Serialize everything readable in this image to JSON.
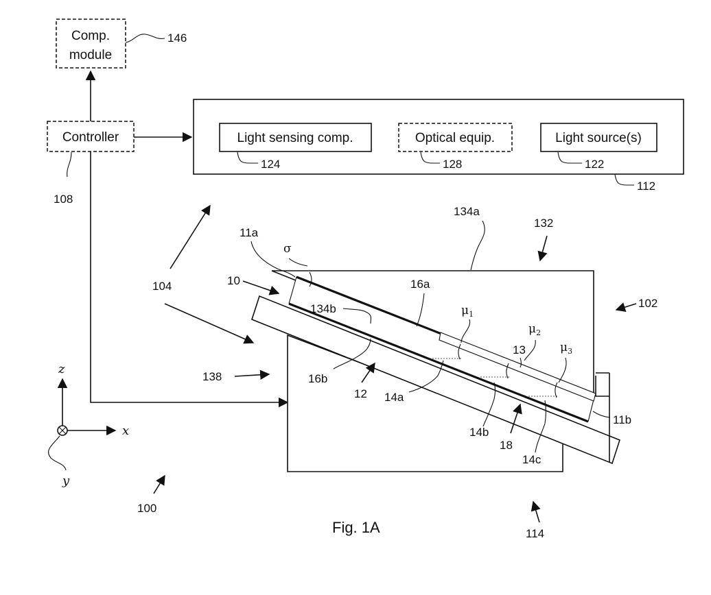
{
  "boxes": {
    "comp_module_line1": "Comp.",
    "comp_module_line2": "module",
    "controller": "Controller",
    "light_sensing": "Light sensing comp.",
    "optical_equip": "Optical equip.",
    "light_source": "Light source(s)"
  },
  "refs": {
    "r146": "146",
    "r124": "124",
    "r128": "128",
    "r122": "122",
    "r112": "112",
    "r108": "108",
    "r134a": "134a",
    "r132": "132",
    "r11a": "11a",
    "r104": "104",
    "r10": "10",
    "r16a": "16a",
    "r134b": "134b",
    "r102": "102",
    "r13": "13",
    "r138": "138",
    "r16b": "16b",
    "r12": "12",
    "r14a": "14a",
    "r11b": "11b",
    "r14b": "14b",
    "r18": "18",
    "r14c": "14c",
    "r100": "100",
    "r114": "114"
  },
  "greek": {
    "sigma": "σ",
    "mu": "μ",
    "mu1_sub": "1",
    "mu2_sub": "2",
    "mu3_sub": "3"
  },
  "axes": {
    "z": "z",
    "x": "x",
    "y": "y"
  },
  "caption": "Fig. 1A"
}
